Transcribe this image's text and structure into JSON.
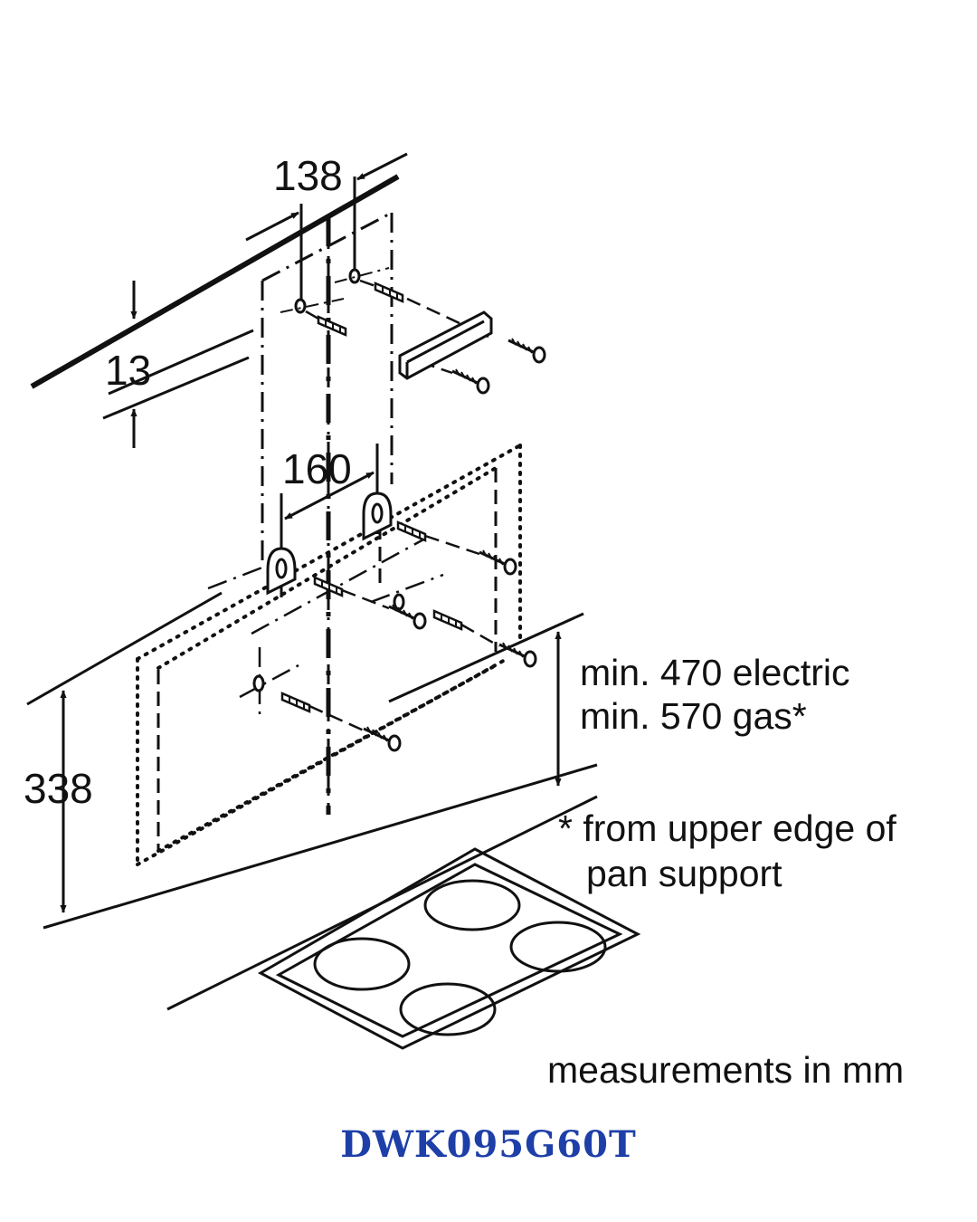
{
  "dimensions": {
    "top_spacing": "138",
    "offset": "13",
    "bracket_spacing": "160",
    "height": "338"
  },
  "notes": {
    "min_electric": "min. 470 electric",
    "min_gas": "min. 570 gas*",
    "footnote_line1": "* from upper edge of",
    "footnote_line2": "pan support",
    "units": "measurements in mm"
  },
  "model": "DWK095G60T",
  "colors": {
    "line": "#111111",
    "model_text": "#1e3fa8"
  }
}
